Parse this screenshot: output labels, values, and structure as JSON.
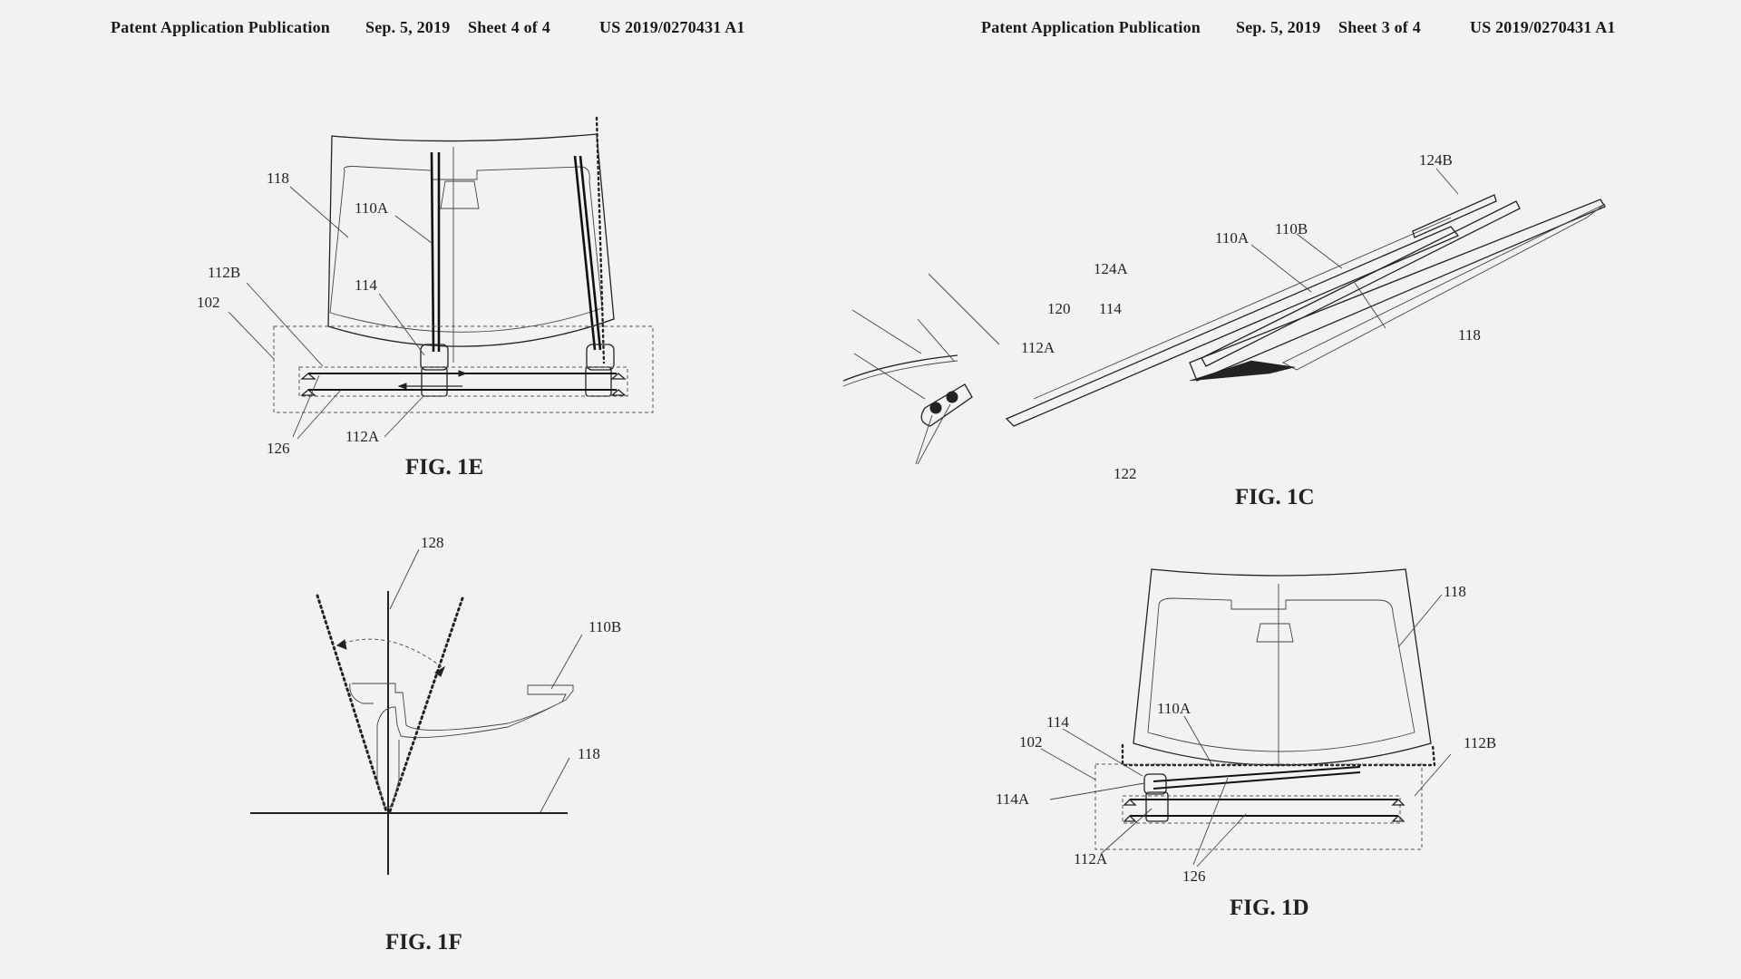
{
  "left_sheet": {
    "header": {
      "publication": "Patent Application Publication",
      "date": "Sep. 5, 2019",
      "sheet": "Sheet 4 of 4",
      "number": "US 2019/0270431 A1"
    },
    "fig_1e": {
      "caption": "FIG. 1E",
      "refs": [
        "118",
        "110A",
        "112B",
        "102",
        "114",
        "126",
        "112A"
      ]
    },
    "fig_1f": {
      "caption": "FIG. 1F",
      "refs": [
        "128",
        "110B",
        "118"
      ]
    }
  },
  "right_sheet": {
    "header": {
      "publication": "Patent Application Publication",
      "date": "Sep. 5, 2019",
      "sheet": "Sheet 3 of 4",
      "number": "US 2019/0270431 A1"
    },
    "fig_1c": {
      "caption": "FIG. 1C",
      "refs": [
        "124B",
        "110A",
        "110B",
        "124A",
        "120",
        "114",
        "112A",
        "118",
        "122"
      ]
    },
    "fig_1d": {
      "caption": "FIG. 1D",
      "refs": [
        "118",
        "110A",
        "114",
        "102",
        "112B",
        "114A",
        "112A",
        "126"
      ]
    }
  }
}
